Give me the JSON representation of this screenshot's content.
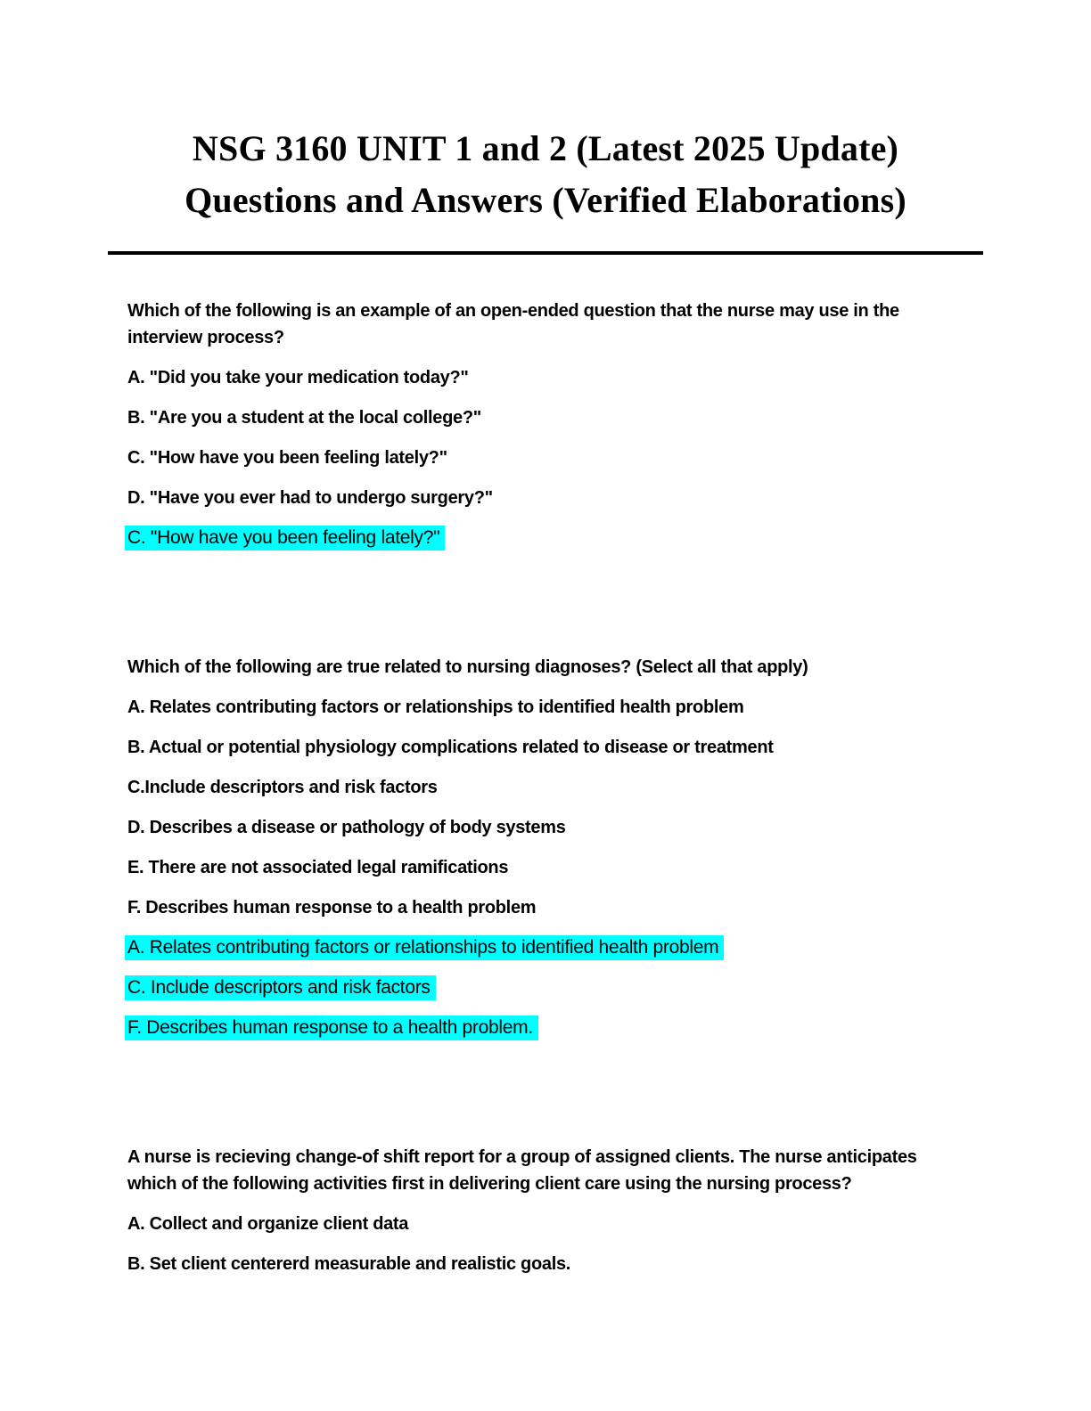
{
  "document": {
    "title_lines": [
      "NSG 3160 UNIT 1 and 2 (Latest 2025 Update)",
      "Questions and Answers (Verified Elaborations)"
    ],
    "highlight_color": "#00ffff",
    "questions": [
      {
        "question": "Which of the following is an example of an open-ended question that the nurse may use in the interview process?",
        "options": [
          "A. \"Did you take your medication today?\"",
          "B. \"Are you a student at the local college?\"",
          "C. \"How have you been feeling lately?\"",
          "D. \"Have you ever had to undergo surgery?\""
        ],
        "answers": [
          "C. \"How have you been feeling lately?\""
        ]
      },
      {
        "question": "Which of the following are true related to nursing diagnoses? (Select all that apply)",
        "options": [
          "A. Relates contributing factors or relationships to identified health problem",
          "B. Actual or potential physiology complications related to disease or treatment",
          "C.Include descriptors and risk factors",
          "D. Describes a disease or pathology of body systems",
          "E.  There are not associated legal ramifications",
          "F.  Describes human response to a health problem"
        ],
        "answers": [
          "A. Relates contributing factors or relationships to identified health problem",
          "C. Include descriptors and risk factors",
          "F. Describes human response to a health problem."
        ]
      },
      {
        "question": "A nurse is recieving change-of shift report for a group of assigned clients. The nurse anticipates which of the following activities first in delivering client care using the nursing process?",
        "options": [
          "A. Collect and organize client data",
          "B. Set client centererd measurable and realistic goals."
        ],
        "answers": []
      }
    ]
  }
}
